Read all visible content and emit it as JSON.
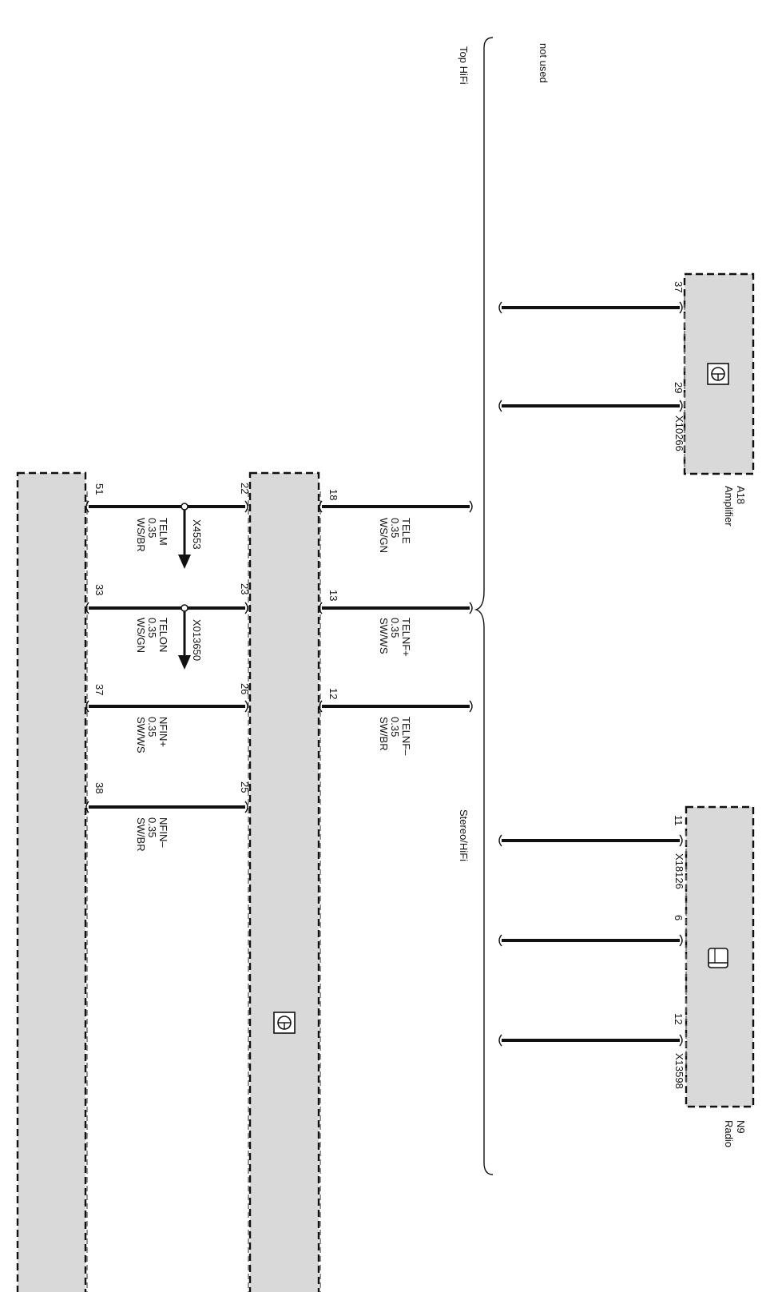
{
  "brace_labels": {
    "not_used": "not used",
    "top_hifi": "Top HiFi",
    "stereo_hifi": "Stereo/HiFi"
  },
  "amplifier": {
    "id": "A18",
    "name": "Amplifier",
    "connector": "X10266",
    "pins": [
      "37",
      "29"
    ],
    "icon": "speaker-module-icon"
  },
  "radio": {
    "id": "N9",
    "name": "Radio",
    "connectors": [
      "X18126",
      "X13598"
    ],
    "pins": [
      "11",
      "6",
      "12"
    ],
    "icon": "radio-icon"
  },
  "upper_wires": [
    {
      "pin": "18",
      "signal": "TELE",
      "gauge": "0.35",
      "color": "WS/GN"
    },
    {
      "pin": "13",
      "signal": "TELNF+",
      "gauge": "0.35",
      "color": "SW/WS"
    },
    {
      "pin": "12",
      "signal": "TELNF–",
      "gauge": "0.35",
      "color": "SW/BR"
    }
  ],
  "middle_module": {
    "pins": [
      "22",
      "23",
      "26",
      "25"
    ],
    "icon": "speaker-module-icon"
  },
  "lower_wires": [
    {
      "pin": "51",
      "signal": "TELM",
      "gauge": "0.35",
      "color": "WS/BR",
      "connector": "X4553"
    },
    {
      "pin": "33",
      "signal": "TELON",
      "gauge": "0.35",
      "color": "WS/GN",
      "connector": "X013650"
    },
    {
      "pin": "37",
      "signal": "NFIN+",
      "gauge": "0.35",
      "color": "SW/WS"
    },
    {
      "pin": "38",
      "signal": "NFIN–",
      "gauge": "0.35",
      "color": "SW/BR"
    }
  ]
}
